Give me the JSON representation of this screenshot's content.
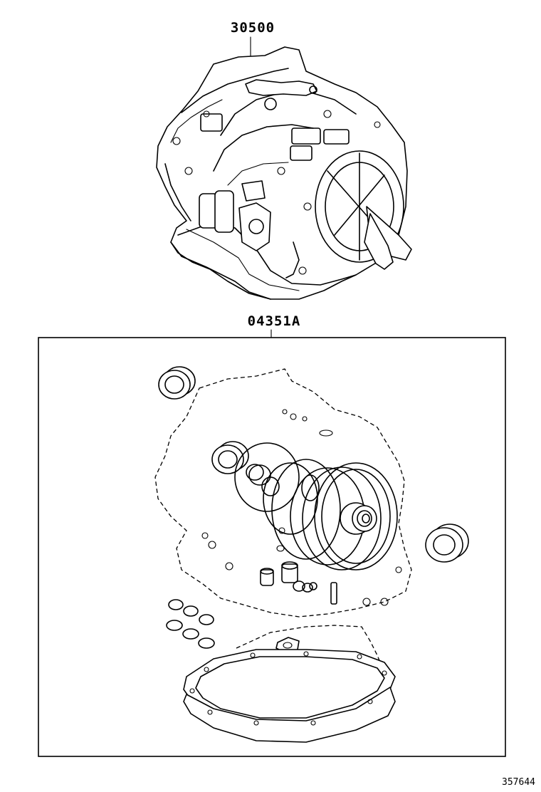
{
  "labels": {
    "transaxle": "30500",
    "gasket_kit": "04351A",
    "figure_ref": "357644"
  },
  "icons": {
    "transaxle": "automatic-transaxle-assembly-drawing",
    "gasket_kit": "overhaul-gasket-kit-drawing"
  }
}
